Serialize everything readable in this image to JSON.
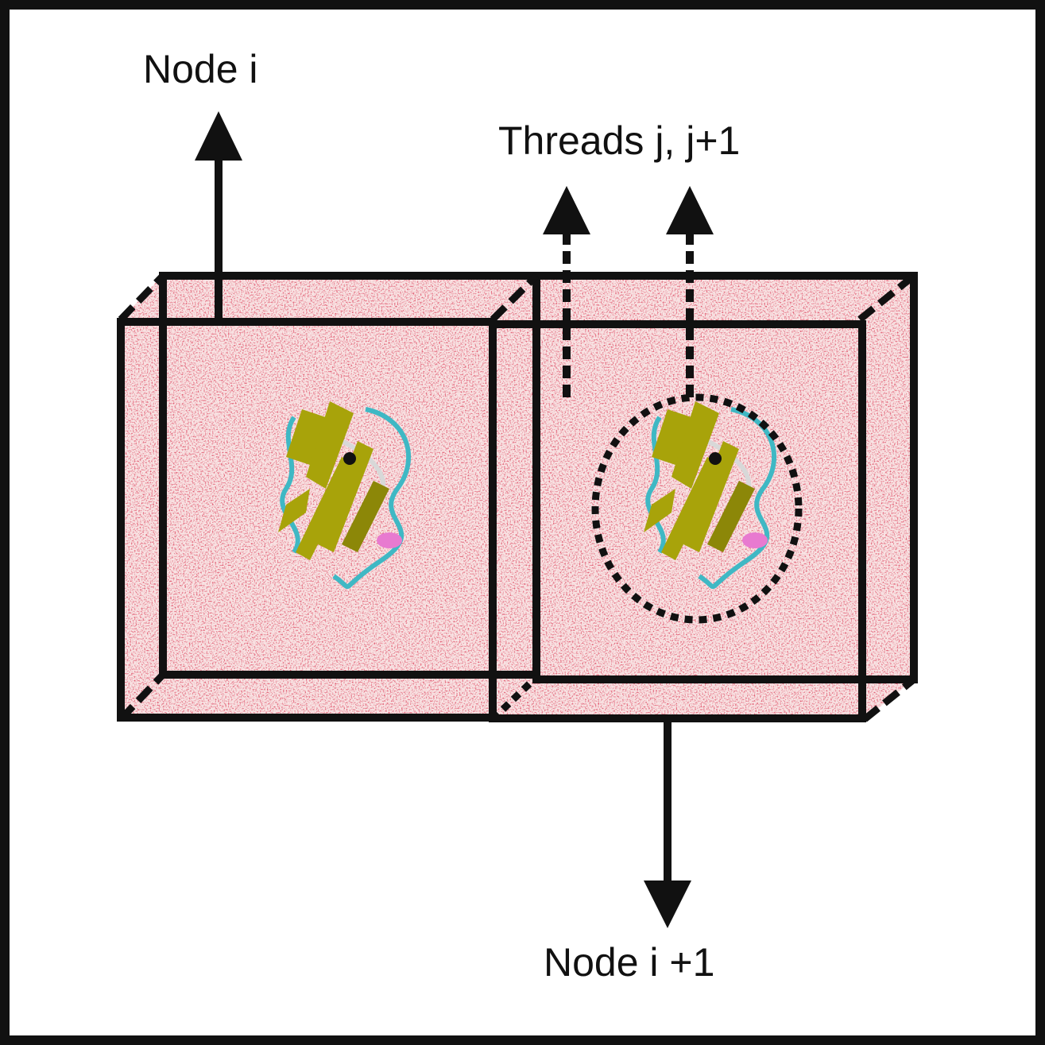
{
  "labels": {
    "node_i": "Node i",
    "threads": "Threads j, j+1",
    "node_i_plus_1": "Node i +1"
  },
  "colors": {
    "line": "#111111",
    "water_red": "#c0182a",
    "water_white": "#f2e6e6",
    "box_fill": "#f6dede",
    "strand": "#a8a30a",
    "coil": "#3fb8c4",
    "helix": "#e87ad0",
    "atom": "#111111"
  },
  "icons": [
    "arrow-up-icon",
    "arrow-down-icon",
    "dashed-arrow-up-icon",
    "protein-ribbon-icon"
  ]
}
